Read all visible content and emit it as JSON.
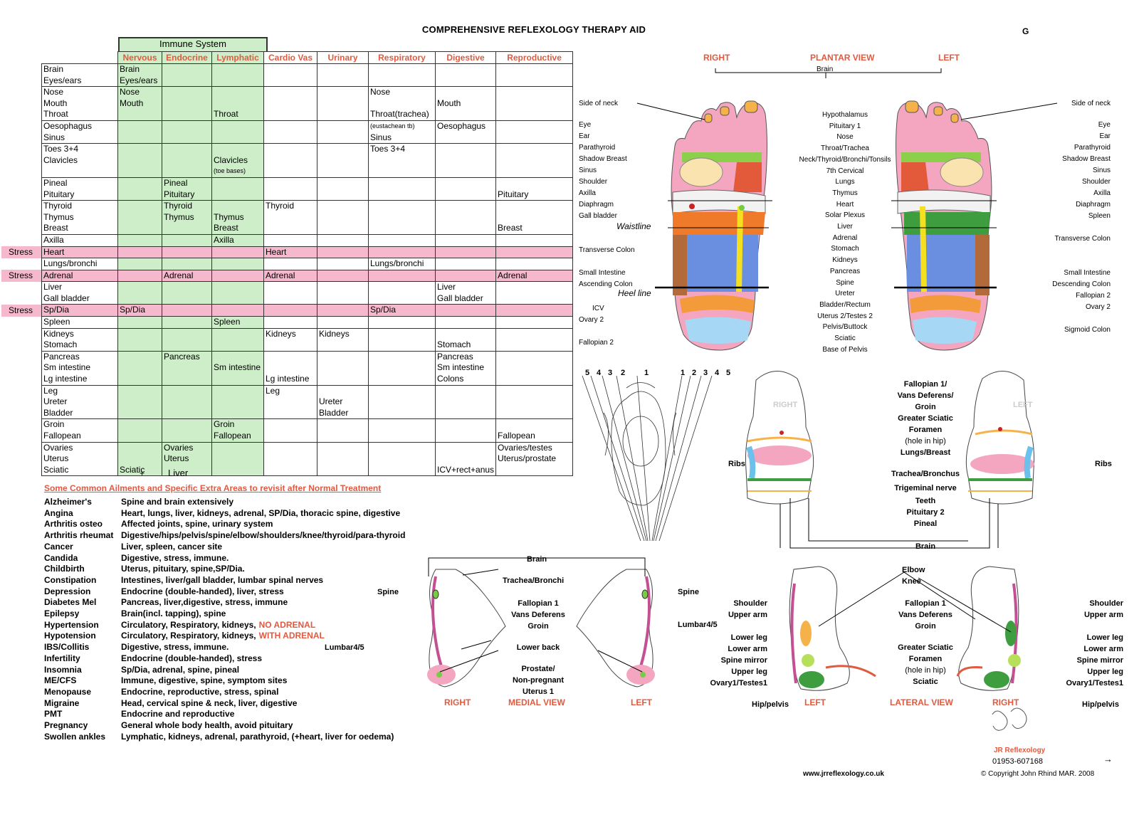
{
  "page": {
    "title": "COMPREHENSIVE REFLEXOLOGY THERAPY AID",
    "corner_letter": "G"
  },
  "table": {
    "immune_header": "Immune System",
    "columns": [
      "Nervous",
      "Endocrine",
      "Lymphatic",
      "Cardio Vas",
      "Urinary",
      "Respiratory",
      "Digestive",
      "Reproductive"
    ],
    "stress_label": "Stress",
    "rows": [
      {
        "organs": [
          "Brain",
          "Eyes/ears"
        ],
        "cells": [
          [
            "Brain",
            "Eyes/ears"
          ],
          [],
          [],
          [],
          [],
          [],
          [],
          []
        ]
      },
      {
        "organs": [
          "Nose",
          "Mouth",
          "Throat"
        ],
        "cells": [
          [
            "Nose",
            "Mouth"
          ],
          [],
          [
            "",
            "",
            "Throat"
          ],
          [],
          [],
          [
            "Nose",
            "",
            "Throat(trachea)"
          ],
          [
            "",
            "Mouth"
          ],
          []
        ]
      },
      {
        "organs": [
          "Oesophagus",
          "Sinus"
        ],
        "cells": [
          [],
          [],
          [],
          [],
          [],
          [
            "(eustachean tb)",
            "Sinus"
          ],
          [
            "Oesophagus"
          ],
          []
        ]
      },
      {
        "organs": [
          "Toes 3+4",
          "Clavicles",
          ""
        ],
        "cells": [
          [],
          [],
          [
            "",
            "Clavicles",
            "(toe bases)"
          ],
          [],
          [],
          [
            "Toes 3+4"
          ],
          [],
          []
        ]
      },
      {
        "organs": [
          "Pineal",
          "Pituitary"
        ],
        "cells": [
          [],
          [
            "Pineal",
            "Pituitary"
          ],
          [],
          [],
          [],
          [],
          [],
          [
            "",
            "Pituitary"
          ]
        ]
      },
      {
        "organs": [
          "Thyroid",
          "Thymus",
          "Breast"
        ],
        "cells": [
          [],
          [
            "Thyroid",
            "Thymus"
          ],
          [
            "",
            "Thymus",
            "Breast"
          ],
          [
            "Thyroid"
          ],
          [],
          [],
          [],
          [
            "",
            "",
            "Breast"
          ]
        ]
      },
      {
        "organs": [
          "Axilla"
        ],
        "cells": [
          [],
          [],
          [
            "Axilla"
          ],
          [],
          [],
          [],
          [],
          []
        ]
      },
      {
        "organs": [
          "Heart"
        ],
        "stress": true,
        "cells": [
          [],
          [],
          [],
          [
            "Heart"
          ],
          [],
          [],
          [],
          []
        ]
      },
      {
        "organs": [
          "Lungs/bronchi"
        ],
        "cells": [
          [],
          [],
          [],
          [],
          [],
          [
            "Lungs/bronchi"
          ],
          [],
          []
        ]
      },
      {
        "organs": [
          "Adrenal"
        ],
        "stress": true,
        "cells": [
          [],
          [
            "Adrenal"
          ],
          [],
          [
            "Adrenal"
          ],
          [],
          [],
          [],
          [
            "Adrenal"
          ]
        ]
      },
      {
        "organs": [
          "Liver",
          "Gall bladder"
        ],
        "cells": [
          [],
          [],
          [],
          [],
          [],
          [],
          [
            "Liver",
            "Gall bladder"
          ],
          []
        ]
      },
      {
        "organs": [
          "Sp/Dia"
        ],
        "stress": true,
        "cells": [
          [
            "Sp/Dia"
          ],
          [],
          [],
          [],
          [],
          [
            "Sp/Dia"
          ],
          [],
          []
        ]
      },
      {
        "organs": [
          "Spleen"
        ],
        "cells": [
          [],
          [],
          [
            "Spleen"
          ],
          [],
          [],
          [],
          [],
          []
        ]
      },
      {
        "organs": [
          "Kidneys",
          "Stomach"
        ],
        "cells": [
          [],
          [],
          [],
          [
            "Kidneys"
          ],
          [
            "Kidneys"
          ],
          [],
          [
            "",
            "Stomach"
          ],
          []
        ]
      },
      {
        "organs": [
          "Pancreas",
          "Sm intestine",
          "Lg intestine"
        ],
        "cells": [
          [],
          [
            "Pancreas"
          ],
          [
            "",
            "Sm intestine"
          ],
          [
            "",
            "",
            "Lg intestine"
          ],
          [],
          [],
          [
            "Pancreas",
            "Sm intestine",
            "Colons"
          ],
          []
        ]
      },
      {
        "organs": [
          "Leg",
          "Ureter",
          "Bladder"
        ],
        "cells": [
          [],
          [],
          [],
          [
            "Leg"
          ],
          [
            "",
            "Ureter",
            "Bladder"
          ],
          [],
          [],
          []
        ]
      },
      {
        "organs": [
          "Groin",
          "Fallopean"
        ],
        "cells": [
          [],
          [],
          [
            "Groin",
            "Fallopean"
          ],
          [],
          [],
          [],
          [],
          [
            "",
            "Fallopean"
          ]
        ]
      },
      {
        "organs": [
          "Ovaries",
          "Uterus",
          "Sciatic"
        ],
        "cells": [
          [
            "",
            "",
            "Sciatic"
          ],
          [
            "Ovaries",
            "Uterus"
          ],
          [],
          [],
          [],
          [],
          [
            "",
            "",
            "ICV+rect+anus"
          ],
          [
            "Ovaries/testes",
            "Uterus/prostate"
          ]
        ]
      }
    ],
    "footer_plus": "+",
    "footer_liver": "Liver"
  },
  "ailments": {
    "heading": "Some Common Ailments and Specific Extra Areas to revisit after Normal Treatment",
    "items": [
      {
        "name": "Alzheimer's",
        "desc": "Spine and brain extensively"
      },
      {
        "name": "Angina",
        "desc": "Heart, lungs, liver, kidneys, adrenal, SP/Dia, thoracic spine, digestive"
      },
      {
        "name": "Arthritis osteo",
        "desc": "Affected joints, spine, urinary system"
      },
      {
        "name": "Arthritis rheumat",
        "desc": "Digestive/hips/pelvis/spine/elbow/shoulders/knee/thyroid/para-thyroid"
      },
      {
        "name": "Cancer",
        "desc": "Liver, spleen, cancer site"
      },
      {
        "name": "Candida",
        "desc": "Digestive, stress, immune."
      },
      {
        "name": "Childbirth",
        "desc": "Uterus, pituitary, spine,SP/Dia."
      },
      {
        "name": "Constipation",
        "desc": "Intestines, liver/gall bladder, lumbar spinal nerves"
      },
      {
        "name": "Depression",
        "desc": "Endocrine (double-handed), liver, stress"
      },
      {
        "name": "Diabetes Mel",
        "desc": "Pancreas, liver,digestive, stress, immune"
      },
      {
        "name": "Epilepsy",
        "desc": "Brain(incl. tapping), spine"
      },
      {
        "name": "Hypertension",
        "desc": "Circulatory, Respiratory, kidneys,",
        "highlight": "NO ADRENAL"
      },
      {
        "name": "Hypotension",
        "desc": "Circulatory, Respiratory, kidneys,",
        "highlight": "WITH ADRENAL"
      },
      {
        "name": "IBS/Collitis",
        "desc": "Digestive, stress, immune."
      },
      {
        "name": "Infertility",
        "desc": "Endocrine (double-handed), stress"
      },
      {
        "name": "Insomnia",
        "desc": "Sp/Dia, adrenal, spine, pineal"
      },
      {
        "name": "ME/CFS",
        "desc": "Immune, digestive, spine, symptom sites"
      },
      {
        "name": "Menopause",
        "desc": "Endocrine, reproductive, stress, spinal"
      },
      {
        "name": "Migraine",
        "desc": "Head, cervical spine & neck, liver, digestive"
      },
      {
        "name": "PMT",
        "desc": "Endocrine and reproductive"
      },
      {
        "name": "Pregnancy",
        "desc": "General whole body health, avoid pituitary"
      },
      {
        "name": "Swollen ankles",
        "desc": "Lymphatic, kidneys, adrenal, parathyroid, (+heart, liver for oedema)"
      }
    ]
  },
  "plantar": {
    "right": "RIGHT",
    "view": "PLANTAR VIEW",
    "left": "LEFT",
    "brain": "Brain",
    "left_labels": [
      "Side of neck",
      "Eye",
      "Ear",
      "Parathyroid",
      "Shadow Breast",
      "Sinus",
      "Shoulder",
      "Axilla",
      "Diaphragm",
      "Gall bladder",
      "Transverse Colon",
      "Small Intestine",
      "Ascending Colon",
      "ICV",
      "Ovary 2",
      "Fallopian 2"
    ],
    "waistline": "Waistline",
    "heel_line": "Heel line",
    "center_labels": [
      "Hypothalamus",
      "Pituitary 1",
      "Nose",
      "Throat/Trachea",
      "Neck/Thyroid/Bronchi/Tonsils",
      "7th Cervical",
      "Lungs",
      "Thymus",
      "Heart",
      "Solar Plexus",
      "Liver",
      "Adrenal",
      "Stomach",
      "Kidneys",
      "Pancreas",
      "Spine",
      "Ureter",
      "Bladder/Rectum",
      "Uterus 2/Testes 2",
      "Pelvis/Buttock",
      "Sciatic",
      "Base of Pelvis"
    ],
    "right_labels": [
      "Side of neck",
      "Eye",
      "Ear",
      "Parathyroid",
      "Shadow Breast",
      "Sinus",
      "Shoulder",
      "Axilla",
      "Diaphragm",
      "Spleen",
      "Transverse Colon",
      "Small Intestine",
      "Descending Colon",
      "Fallopian 2",
      "Ovary 2",
      "Sigmoid Colon"
    ]
  },
  "zones": {
    "left": [
      "5",
      "4",
      "3",
      "2",
      "1"
    ],
    "right": [
      "1",
      "2",
      "3",
      "4",
      "5"
    ]
  },
  "dorsal": {
    "right_tag": "RIGHT",
    "left_tag": "LEFT",
    "ribs": "Ribs",
    "center_labels": [
      "Fallopian 1/",
      "Vans Deferens/",
      "Groin",
      "Greater Sciatic",
      "Foramen",
      "(hole in hip)",
      "Lungs/Breast",
      "Trachea/Bronchus",
      "Trigeminal nerve",
      "Teeth",
      "Pituitary 2",
      "Pineal",
      "Brain"
    ]
  },
  "medial": {
    "brain": "Brain",
    "spine": "Spine",
    "trachea": "Trachea/Bronchi",
    "center_labels": [
      "Fallopian 1",
      "Vans Deferens",
      "Groin",
      "Lower back",
      "Prostate/",
      "Non-pregnant",
      "Uterus 1"
    ],
    "lumbar": "Lumbar4/5",
    "right": "RIGHT",
    "view": "MEDIAL VIEW",
    "left": "LEFT"
  },
  "lateral": {
    "elbow": "Elbow",
    "knee": "Knee",
    "left_labels": [
      "Shoulder",
      "Upper arm",
      "Lower leg",
      "Lower arm",
      "Spine mirror",
      "Upper leg",
      "Ovary1/Testes1"
    ],
    "center_labels": [
      "Fallopian 1",
      "Vans Deferens",
      "Groin",
      "Greater Sciatic",
      "Foramen",
      "(hole in hip)",
      "Sciatic"
    ],
    "right_labels": [
      "Shoulder",
      "Upper arm",
      "Lower leg",
      "Lower arm",
      "Spine mirror",
      "Upper leg",
      "Ovary1/Testes1"
    ],
    "hip_left": "Hip/pelvis",
    "hip_right": "Hip/pelvis",
    "left": "LEFT",
    "view": "LATERAL VIEW",
    "right": "RIGHT"
  },
  "footer": {
    "brand": "JR Reflexology",
    "phone": "01953-607168",
    "arrow": "→",
    "url": "www.jrreflexology.co.uk",
    "copyright": "Copyright John Rhind MAR. 2008"
  },
  "colors": {
    "accent_red": "#e05a40",
    "green_col": "#cdeec8",
    "stress_pink": "#f6b8cc"
  }
}
